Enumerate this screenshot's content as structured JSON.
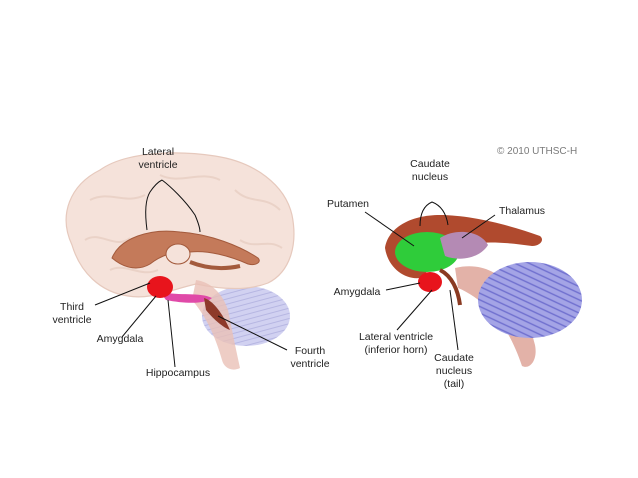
{
  "copyright": "© 2010 UTHSC-H",
  "left_figure": {
    "labels": {
      "lateral_ventricle": "Lateral\nventricle",
      "third_ventricle": "Third\nventricle",
      "amygdala": "Amygdala",
      "hippocampus": "Hippocampus",
      "fourth_ventricle": "Fourth\nventricle"
    }
  },
  "right_figure": {
    "labels": {
      "caudate_nucleus": "Caudate\nnucleus",
      "putamen": "Putamen",
      "thalamus": "Thalamus",
      "amygdala": "Amygdala",
      "lateral_ventricle_inferior_horn": "Lateral ventricle\n(inferior horn)",
      "caudate_nucleus_tail": "Caudate\nnucleus\n(tail)"
    }
  },
  "colors": {
    "brain": "#f3dcd2",
    "ventricle": "#b86a4a",
    "amygdala": "#e8141c",
    "hippocampus": "#e04aa8",
    "cerebellum": "#9a9ae0",
    "brainstem": "#e3b2a8",
    "putamen": "#2fcc3a",
    "thalamus": "#b48ab4",
    "caudate": "#b04a2e"
  }
}
